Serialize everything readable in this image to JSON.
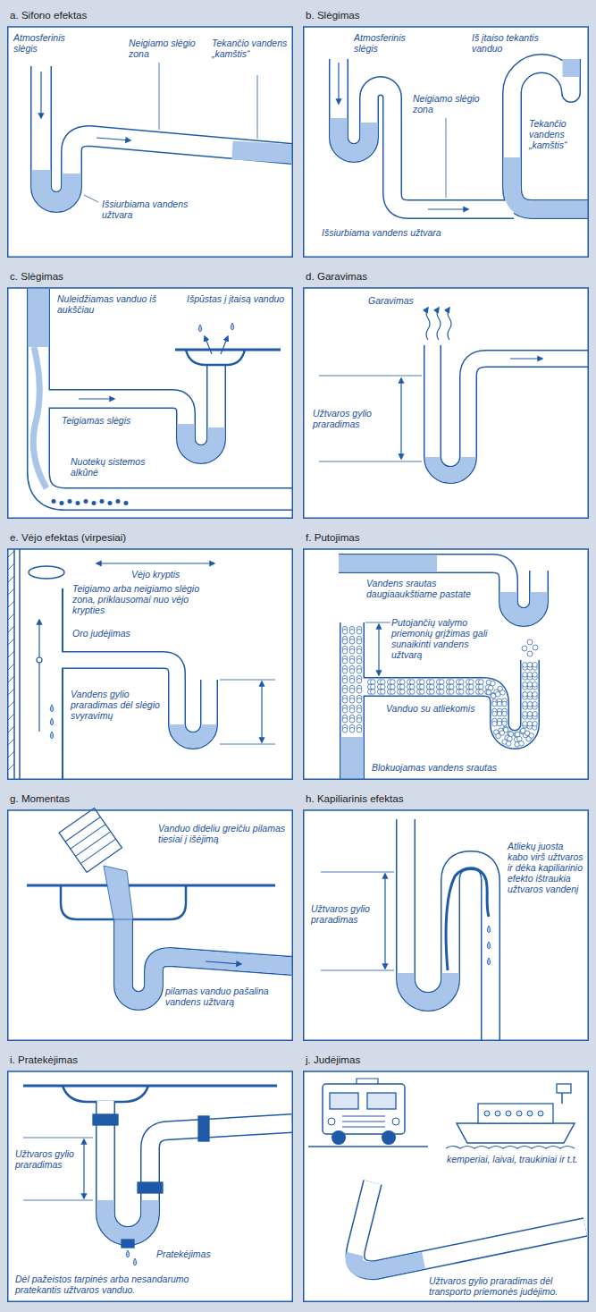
{
  "diagram": {
    "nodes": [
      {
        "text": [
          "a. Sifono efektas"
        ]
      },
      {
        "text": [
          "b. Slėgimas"
        ]
      },
      {
        "text": [
          "c. Slėgimas"
        ]
      },
      {
        "text": [
          "d. Garavimas"
        ]
      },
      {
        "text": [
          "e. Vėjo efektas (virpesiai)"
        ]
      },
      {
        "text": [
          "f. Putojimas"
        ]
      },
      {
        "text": [
          "g. Momentas"
        ]
      },
      {
        "text": [
          "h. Kapiliarinis efektas"
        ]
      },
      {
        "text": [
          "i. Pratekėjimas"
        ]
      },
      {
        "text": [
          "j. Judėjimas"
        ]
      }
    ],
    "labels": [
      "Atmosferinis slėgis",
      "Neigiamo slėgio zona",
      "Tekančio vandens „kamštis“",
      "Išsiurbiama vandens užtvara",
      "Atmosferinis slėgis",
      "Iš įtaiso tekantis vanduo",
      "Neigiamo slėgio zona",
      "Tekančio vandens „kamštis“",
      "Išsiurbiama vandens užtvara",
      "Nuleidžiamas vanduo iš aukščiau",
      "Išpūstas į įtaisą vanduo",
      "Teigiamas slėgis",
      "Nuotekų sistemos alkūnė",
      "Garavimas",
      "Užtvaros gylio praradimas",
      "Vėjo kryptis",
      "Teigiamo arba neigiamo slėgio zona, priklausomai nuo vėjo krypties",
      "Oro judėjimas",
      "Vandens gylio praradimas dėl slėgio svyravimų",
      "Vandens srautas daugiaaukštiame pastate",
      "Putojančių valymo priemonių grįžimas gali sunaikinti vandens užtvarą",
      "Vanduo su atliekomis",
      "Blokuojamas vandens srautas",
      "Vanduo dideliu greičiu pilamas tiesiai į išėjimą",
      "pilamas vanduo pašalina vandens užtvarą",
      "Užtvaros gylio praradimas",
      "Atliekų juosta kabo virš užtvaros ir dėka kapiliarinio efekto ištraukia užtvaros vandenį",
      "Užtvaros gylio praradimas",
      "Pratekėjimas",
      "Dėl pažeistos tarpinės arba nesandarumo pratekantis užtvaros vanduo.",
      "kemperiai, laivai, traukiniai ir t.t.",
      "Užtvaros gylio praradimas dėl transporto priemonės judėjimo."
    ]
  }
}
